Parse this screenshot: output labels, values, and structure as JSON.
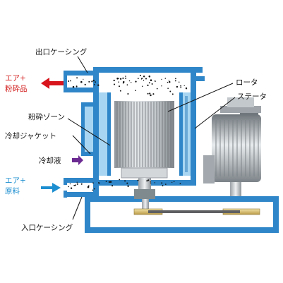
{
  "labels": {
    "outlet_casing": "出口ケーシング",
    "air_plus_top": "エア+",
    "product": "粉砕品",
    "rotor": "ロータ",
    "stator": "ステータ",
    "grinding_zone": "粉砕ゾーン",
    "cooling_jacket": "冷却ジャケット",
    "coolant": "冷却液",
    "air_plus_bottom": "エア+",
    "raw_material": "原料",
    "inlet_casing": "入口ケーシング"
  },
  "colors": {
    "casing_blue": "#2f86c8",
    "casing_light": "#a8d6f2",
    "rotor_grey": "#b9bec2",
    "output_arrow": "#d8141c",
    "input_arrow": "#1d8fd0",
    "coolant_arrow": "#6b2a91",
    "pulley": "#d8c07a"
  },
  "icons": {
    "output_arrow": "arrow-left-icon",
    "input_arrow": "arrow-right-icon",
    "coolant_arrow": "arrow-right-icon"
  }
}
